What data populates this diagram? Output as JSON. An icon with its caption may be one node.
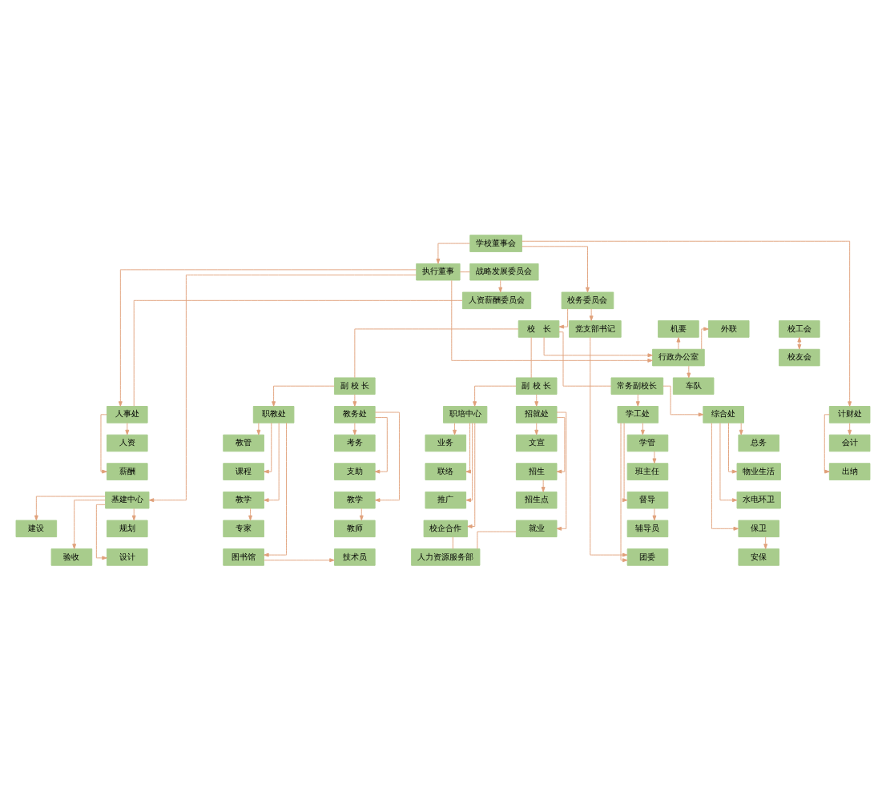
{
  "diagram": {
    "nodes": [
      {
        "text": [
          "学校董事会"
        ]
      },
      {
        "text": [
          "战略发展委员会"
        ]
      },
      {
        "text": [
          "执行董事"
        ]
      },
      {
        "text": [
          "人资薪酬委员会"
        ]
      },
      {
        "text": [
          "校务委员会"
        ]
      },
      {
        "text": [
          "校工会"
        ]
      },
      {
        "text": [
          "党支部书记"
        ]
      },
      {
        "text": [
          "校　长"
        ]
      },
      {
        "text": [
          "机要"
        ]
      },
      {
        "text": [
          "外联"
        ]
      },
      {
        "text": [
          "校友会"
        ]
      },
      {
        "text": [
          "行政办公室"
        ]
      },
      {
        "text": [
          "副 校 长"
        ]
      },
      {
        "text": [
          "常务副校长"
        ]
      },
      {
        "text": [
          "副 校 长"
        ]
      },
      {
        "text": [
          "车队"
        ]
      },
      {
        "text": [
          "职培中心"
        ]
      },
      {
        "text": [
          "招就处"
        ]
      },
      {
        "text": [
          "学工处"
        ]
      },
      {
        "text": [
          "综合处"
        ]
      },
      {
        "text": [
          "职教处"
        ]
      },
      {
        "text": [
          "教务处"
        ]
      },
      {
        "text": [
          "人事处"
        ]
      },
      {
        "text": [
          "计财处"
        ]
      },
      {
        "text": [
          "业务"
        ]
      },
      {
        "text": [
          "文宣"
        ]
      },
      {
        "text": [
          "学管"
        ]
      },
      {
        "text": [
          "总务"
        ]
      },
      {
        "text": [
          "教管"
        ]
      },
      {
        "text": [
          "考务"
        ]
      },
      {
        "text": [
          "人资"
        ]
      },
      {
        "text": [
          "会计"
        ]
      },
      {
        "text": [
          "联络"
        ]
      },
      {
        "text": [
          "招生"
        ]
      },
      {
        "text": [
          "班主任"
        ]
      },
      {
        "text": [
          "物业生活"
        ]
      },
      {
        "text": [
          "课程"
        ]
      },
      {
        "text": [
          "支助"
        ]
      },
      {
        "text": [
          "薪酬"
        ]
      },
      {
        "text": [
          "出纳"
        ]
      },
      {
        "text": [
          "推广"
        ]
      },
      {
        "text": [
          "招生点"
        ]
      },
      {
        "text": [
          "督导"
        ]
      },
      {
        "text": [
          "水电环卫"
        ]
      },
      {
        "text": [
          "教学"
        ]
      },
      {
        "text": [
          "教学"
        ]
      },
      {
        "text": [
          "基建中心"
        ]
      },
      {
        "text": [
          "校企合作"
        ]
      },
      {
        "text": [
          "就业"
        ]
      },
      {
        "text": [
          "辅导员"
        ]
      },
      {
        "text": [
          "保卫"
        ]
      },
      {
        "text": [
          "专家"
        ]
      },
      {
        "text": [
          "教师"
        ]
      },
      {
        "text": [
          "人力资源服务部"
        ]
      },
      {
        "text": [
          "团委"
        ]
      },
      {
        "text": [
          "安保"
        ]
      },
      {
        "text": [
          "图书馆"
        ]
      },
      {
        "text": [
          "技术员"
        ]
      },
      {
        "text": [
          "规划"
        ]
      },
      {
        "text": [
          "建设"
        ]
      },
      {
        "text": [
          "设计"
        ]
      },
      {
        "text": [
          "验收"
        ]
      }
    ],
    "edges": [
      {
        "from": 0,
        "to": 2,
        "arrow": "to"
      },
      {
        "from": 0,
        "to": 4,
        "arrow": "to"
      },
      {
        "from": 0,
        "to": 23,
        "arrow": "to"
      },
      {
        "from": 2,
        "to": 1,
        "arrow": "none"
      },
      {
        "from": 1,
        "to": 3,
        "arrow": "to"
      },
      {
        "from": 2,
        "to": 11,
        "arrow": "to"
      },
      {
        "from": 2,
        "to": 22,
        "arrow": "to"
      },
      {
        "from": 2,
        "to": 46,
        "arrow": "to"
      },
      {
        "from": 3,
        "to": 22,
        "arrow": "none"
      },
      {
        "from": 4,
        "to": 6,
        "arrow": "to"
      },
      {
        "from": 4,
        "to": 7,
        "arrow": "to"
      },
      {
        "from": 5,
        "to": 10,
        "arrow": "both"
      },
      {
        "from": 6,
        "to": 54,
        "arrow": "to"
      },
      {
        "from": 7,
        "to": 11,
        "arrow": "to"
      },
      {
        "from": 7,
        "to": 12,
        "arrow": "none"
      },
      {
        "from": 7,
        "to": 13,
        "arrow": "none"
      },
      {
        "from": 7,
        "to": 14,
        "arrow": "none"
      },
      {
        "from": 11,
        "to": 8,
        "arrow": "to"
      },
      {
        "from": 11,
        "to": 9,
        "arrow": "to"
      },
      {
        "from": 11,
        "to": 15,
        "arrow": "to"
      },
      {
        "from": 12,
        "to": 16,
        "arrow": "to"
      },
      {
        "from": 12,
        "to": 17,
        "arrow": "to"
      },
      {
        "from": 13,
        "to": 18,
        "arrow": "to"
      },
      {
        "from": 13,
        "to": 19,
        "arrow": "to"
      },
      {
        "from": 14,
        "to": 20,
        "arrow": "to"
      },
      {
        "from": 14,
        "to": 21,
        "arrow": "to"
      },
      {
        "from": 16,
        "to": 24,
        "arrow": "to"
      },
      {
        "from": 16,
        "to": 32,
        "arrow": "to"
      },
      {
        "from": 16,
        "to": 40,
        "arrow": "to"
      },
      {
        "from": 16,
        "to": 47,
        "arrow": "to"
      },
      {
        "from": 17,
        "to": 25,
        "arrow": "to"
      },
      {
        "from": 17,
        "to": 33,
        "arrow": "to"
      },
      {
        "from": 33,
        "to": 41,
        "arrow": "to"
      },
      {
        "from": 17,
        "to": 48,
        "arrow": "to"
      },
      {
        "from": 18,
        "to": 26,
        "arrow": "to"
      },
      {
        "from": 26,
        "to": 34,
        "arrow": "to"
      },
      {
        "from": 18,
        "to": 42,
        "arrow": "to"
      },
      {
        "from": 42,
        "to": 49,
        "arrow": "to"
      },
      {
        "from": 18,
        "to": 54,
        "arrow": "to"
      },
      {
        "from": 19,
        "to": 27,
        "arrow": "to"
      },
      {
        "from": 19,
        "to": 35,
        "arrow": "to"
      },
      {
        "from": 19,
        "to": 43,
        "arrow": "to"
      },
      {
        "from": 19,
        "to": 50,
        "arrow": "to"
      },
      {
        "from": 50,
        "to": 55,
        "arrow": "to"
      },
      {
        "from": 20,
        "to": 28,
        "arrow": "to"
      },
      {
        "from": 20,
        "to": 36,
        "arrow": "to"
      },
      {
        "from": 20,
        "to": 44,
        "arrow": "to"
      },
      {
        "from": 44,
        "to": 51,
        "arrow": "to"
      },
      {
        "from": 20,
        "to": 56,
        "arrow": "to"
      },
      {
        "from": 56,
        "to": 57,
        "arrow": "to"
      },
      {
        "from": 21,
        "to": 29,
        "arrow": "to"
      },
      {
        "from": 21,
        "to": 37,
        "arrow": "to"
      },
      {
        "from": 21,
        "to": 45,
        "arrow": "to"
      },
      {
        "from": 45,
        "to": 52,
        "arrow": "to"
      },
      {
        "from": 22,
        "to": 30,
        "arrow": "to"
      },
      {
        "from": 22,
        "to": 38,
        "arrow": "to"
      },
      {
        "from": 23,
        "to": 31,
        "arrow": "to"
      },
      {
        "from": 23,
        "to": 39,
        "arrow": "to"
      },
      {
        "from": 47,
        "to": 53,
        "arrow": "none"
      },
      {
        "from": 48,
        "to": 53,
        "arrow": "none"
      },
      {
        "from": 46,
        "to": 58,
        "arrow": "to"
      },
      {
        "from": 46,
        "to": 59,
        "arrow": "to"
      },
      {
        "from": 46,
        "to": 60,
        "arrow": "to"
      },
      {
        "from": 46,
        "to": 61,
        "arrow": "to"
      }
    ]
  }
}
